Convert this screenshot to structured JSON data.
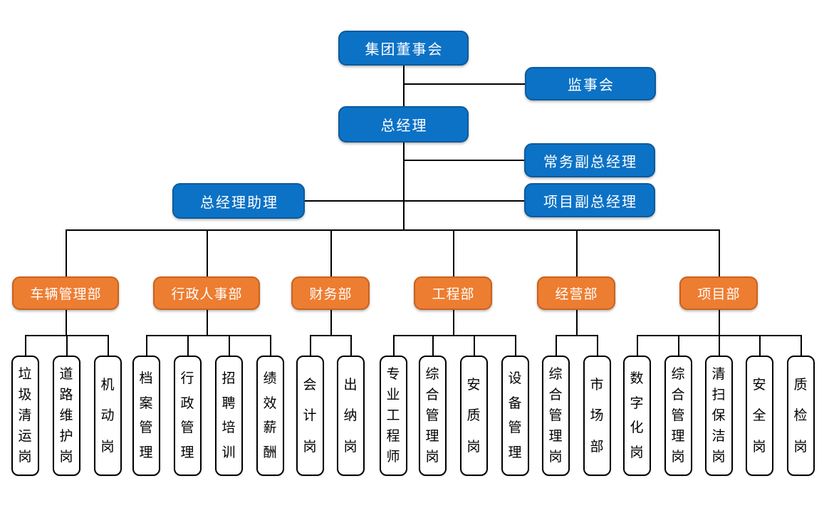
{
  "colors": {
    "node_blue": "#0C72C6",
    "node_blue_border": "#0A5A9C",
    "node_orange": "#ED7D31",
    "node_orange_border": "#C9621D",
    "connector": "#000000",
    "pos_border": "#000000"
  },
  "org_chart": {
    "board": {
      "label": "集团董事会"
    },
    "supervisory": {
      "label": "监事会"
    },
    "general_manager": {
      "label": "总经理"
    },
    "executive_deputy_gm": {
      "label": "常务副总经理"
    },
    "gm_assistant": {
      "label": "总经理助理"
    },
    "project_deputy_gm": {
      "label": "项目副总经理"
    },
    "departments": [
      {
        "name": "车辆管理部",
        "positions": [
          "垃圾清运岗",
          "道路维护岗",
          "机动岗"
        ]
      },
      {
        "name": "行政人事部",
        "positions": [
          "档案管理",
          "行政管理",
          "招聘培训",
          "绩效薪酬"
        ]
      },
      {
        "name": "财务部",
        "positions": [
          "会计岗",
          "出纳岗"
        ]
      },
      {
        "name": "工程部",
        "positions": [
          "专业工程师",
          "综合管理岗",
          "安质岗",
          "设备管理"
        ]
      },
      {
        "name": "经营部",
        "positions": [
          "综合管理岗",
          "市场部"
        ]
      },
      {
        "name": "项目部",
        "positions": [
          "数字化岗",
          "综合管理岗",
          "清扫保洁岗",
          "安全岗",
          "质检岗"
        ]
      }
    ]
  }
}
